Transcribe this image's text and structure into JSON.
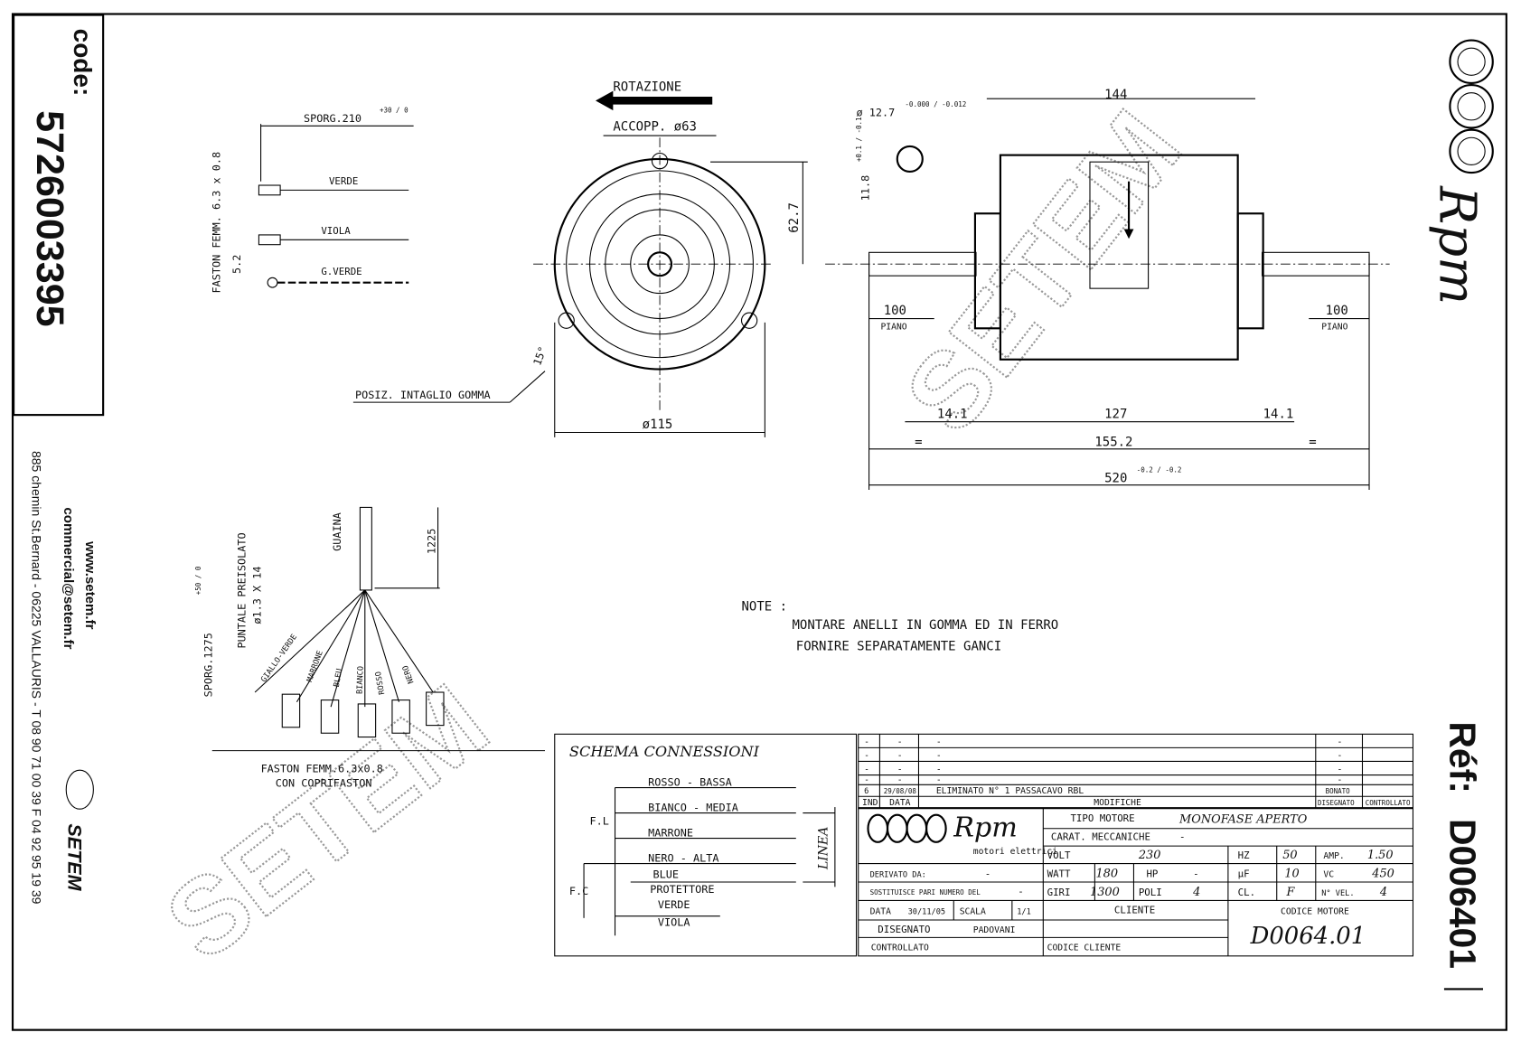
{
  "left_panel": {
    "code_label": "code:",
    "code_value": "5726003395",
    "website": "www.setem.fr",
    "email": "commercial@setem.fr",
    "address": "885 chemin St.Bernard - 06225 VALLAURIS - T 08 90 71 00 39  F 04 92 95 19 39",
    "brand": "SETEM"
  },
  "right_panel": {
    "logo": "Rpm",
    "ref_label": "Réf:",
    "ref_value": "D006401"
  },
  "watermark": "SETEM",
  "wires_top": {
    "sporg": "SPORG.210",
    "sporg_tol": "+30 / 0",
    "faston": "FASTON FEMM. 6.3 x 0.8",
    "dim": "5.2",
    "wires": [
      "VERDE",
      "VIOLA",
      "G.VERDE"
    ]
  },
  "front_view": {
    "rotation": "ROTAZIONE",
    "accopp": "ACCOPP. ø63",
    "h": "62.7",
    "angle": "15°",
    "diam": "ø115",
    "posiz": "POSIZ. INTAGLIO GOMMA"
  },
  "side_view": {
    "shaft_d": "ø 12.7",
    "shaft_tol": "-0.000 / -0.012",
    "flat": "11.8",
    "flat_tol": "+0.1 / -0.1",
    "len_144": "144",
    "len_127": "127",
    "len_155": "155.2",
    "len_520": "520",
    "len_520_tol": "-0.2 / -0.2",
    "piano_dim": "100",
    "piano": "PIANO",
    "end_dim": "14.1",
    "eq": "="
  },
  "cable": {
    "guaina": "GUAINA",
    "len": "1225",
    "puntale": "PUNTALE PREISOLATO",
    "puntale_dim": "ø1.3 X 14",
    "sporg": "SPORG.1275",
    "sporg_tol": "+50 / 0",
    "wires": [
      "GIALLO-VERDE",
      "MARRONE",
      "BLEU",
      "BIANCO",
      "ROSSO",
      "NERO"
    ],
    "faston": "FASTON FEMM.6.3x0.8",
    "faston2": "CON COPRIFASTON"
  },
  "notes": {
    "title": "NOTE :",
    "lines": [
      "MONTARE ANELLI IN GOMMA ED IN FERRO",
      "FORNIRE SEPARATAMENTE GANCI"
    ]
  },
  "schema": {
    "title": "SCHEMA CONNESSIONI",
    "fl": "F.L",
    "fc": "F.C",
    "linea": "LINEA",
    "wires": [
      "ROSSO - BASSA",
      "BIANCO - MEDIA",
      "MARRONE",
      "NERO - ALTA",
      "BLUE",
      "PROTETTORE",
      "VERDE",
      "VIOLA"
    ]
  },
  "title_block": {
    "mods": [
      [
        "-",
        "-",
        "-",
        "-",
        "-"
      ],
      [
        "-",
        "-",
        "-",
        "-",
        "-"
      ],
      [
        "-",
        "-",
        "-",
        "-",
        "-"
      ],
      [
        "-",
        "-",
        "-",
        "-",
        "-"
      ],
      [
        "6",
        "29/08/08",
        "ELIMINATO N° 1 PASSACAVO RBL",
        "BONATO",
        ""
      ]
    ],
    "mod_header": [
      "IND",
      "DATA",
      "MODIFICHE",
      "DISEGNATO",
      "CONTROLLATO"
    ],
    "logo": "Rpm",
    "logo_sub": "motori elettrici",
    "tipo_label": "TIPO MOTORE",
    "tipo": "MONOFASE APERTO",
    "carat_label": "CARAT. MECCANICHE",
    "carat": "-",
    "volt_label": "VOLT",
    "volt": "230",
    "hz_label": "HZ",
    "hz": "50",
    "amp_label": "AMP.",
    "amp": "1.50",
    "watt_label": "WATT",
    "watt": "180",
    "hp_label": "HP",
    "hp": "-",
    "uf_label": "µF",
    "uf": "10",
    "vc_label": "VC",
    "vc": "450",
    "giri_label": "GIRI",
    "giri": "1300",
    "poli_label": "POLI",
    "poli": "4",
    "cl_label": "CL.",
    "cl": "F",
    "vel_label": "N° VEL.",
    "vel": "4",
    "derivato_label": "DERIVATO DA:",
    "derivato": "-",
    "sost_label": "SOSTITUISCE PARI NUMERO DEL",
    "sost": "-",
    "data_label": "DATA",
    "data": "30/11/05",
    "scala_label": "SCALA",
    "scala": "1/1",
    "disegnato_label": "DISEGNATO",
    "disegnato": "PADOVANI",
    "controllato_label": "CONTROLLATO",
    "cliente_label": "CLIENTE",
    "codice_cliente_label": "CODICE CLIENTE",
    "codice_motore_label": "CODICE MOTORE",
    "codice_motore": "D0064.01"
  }
}
